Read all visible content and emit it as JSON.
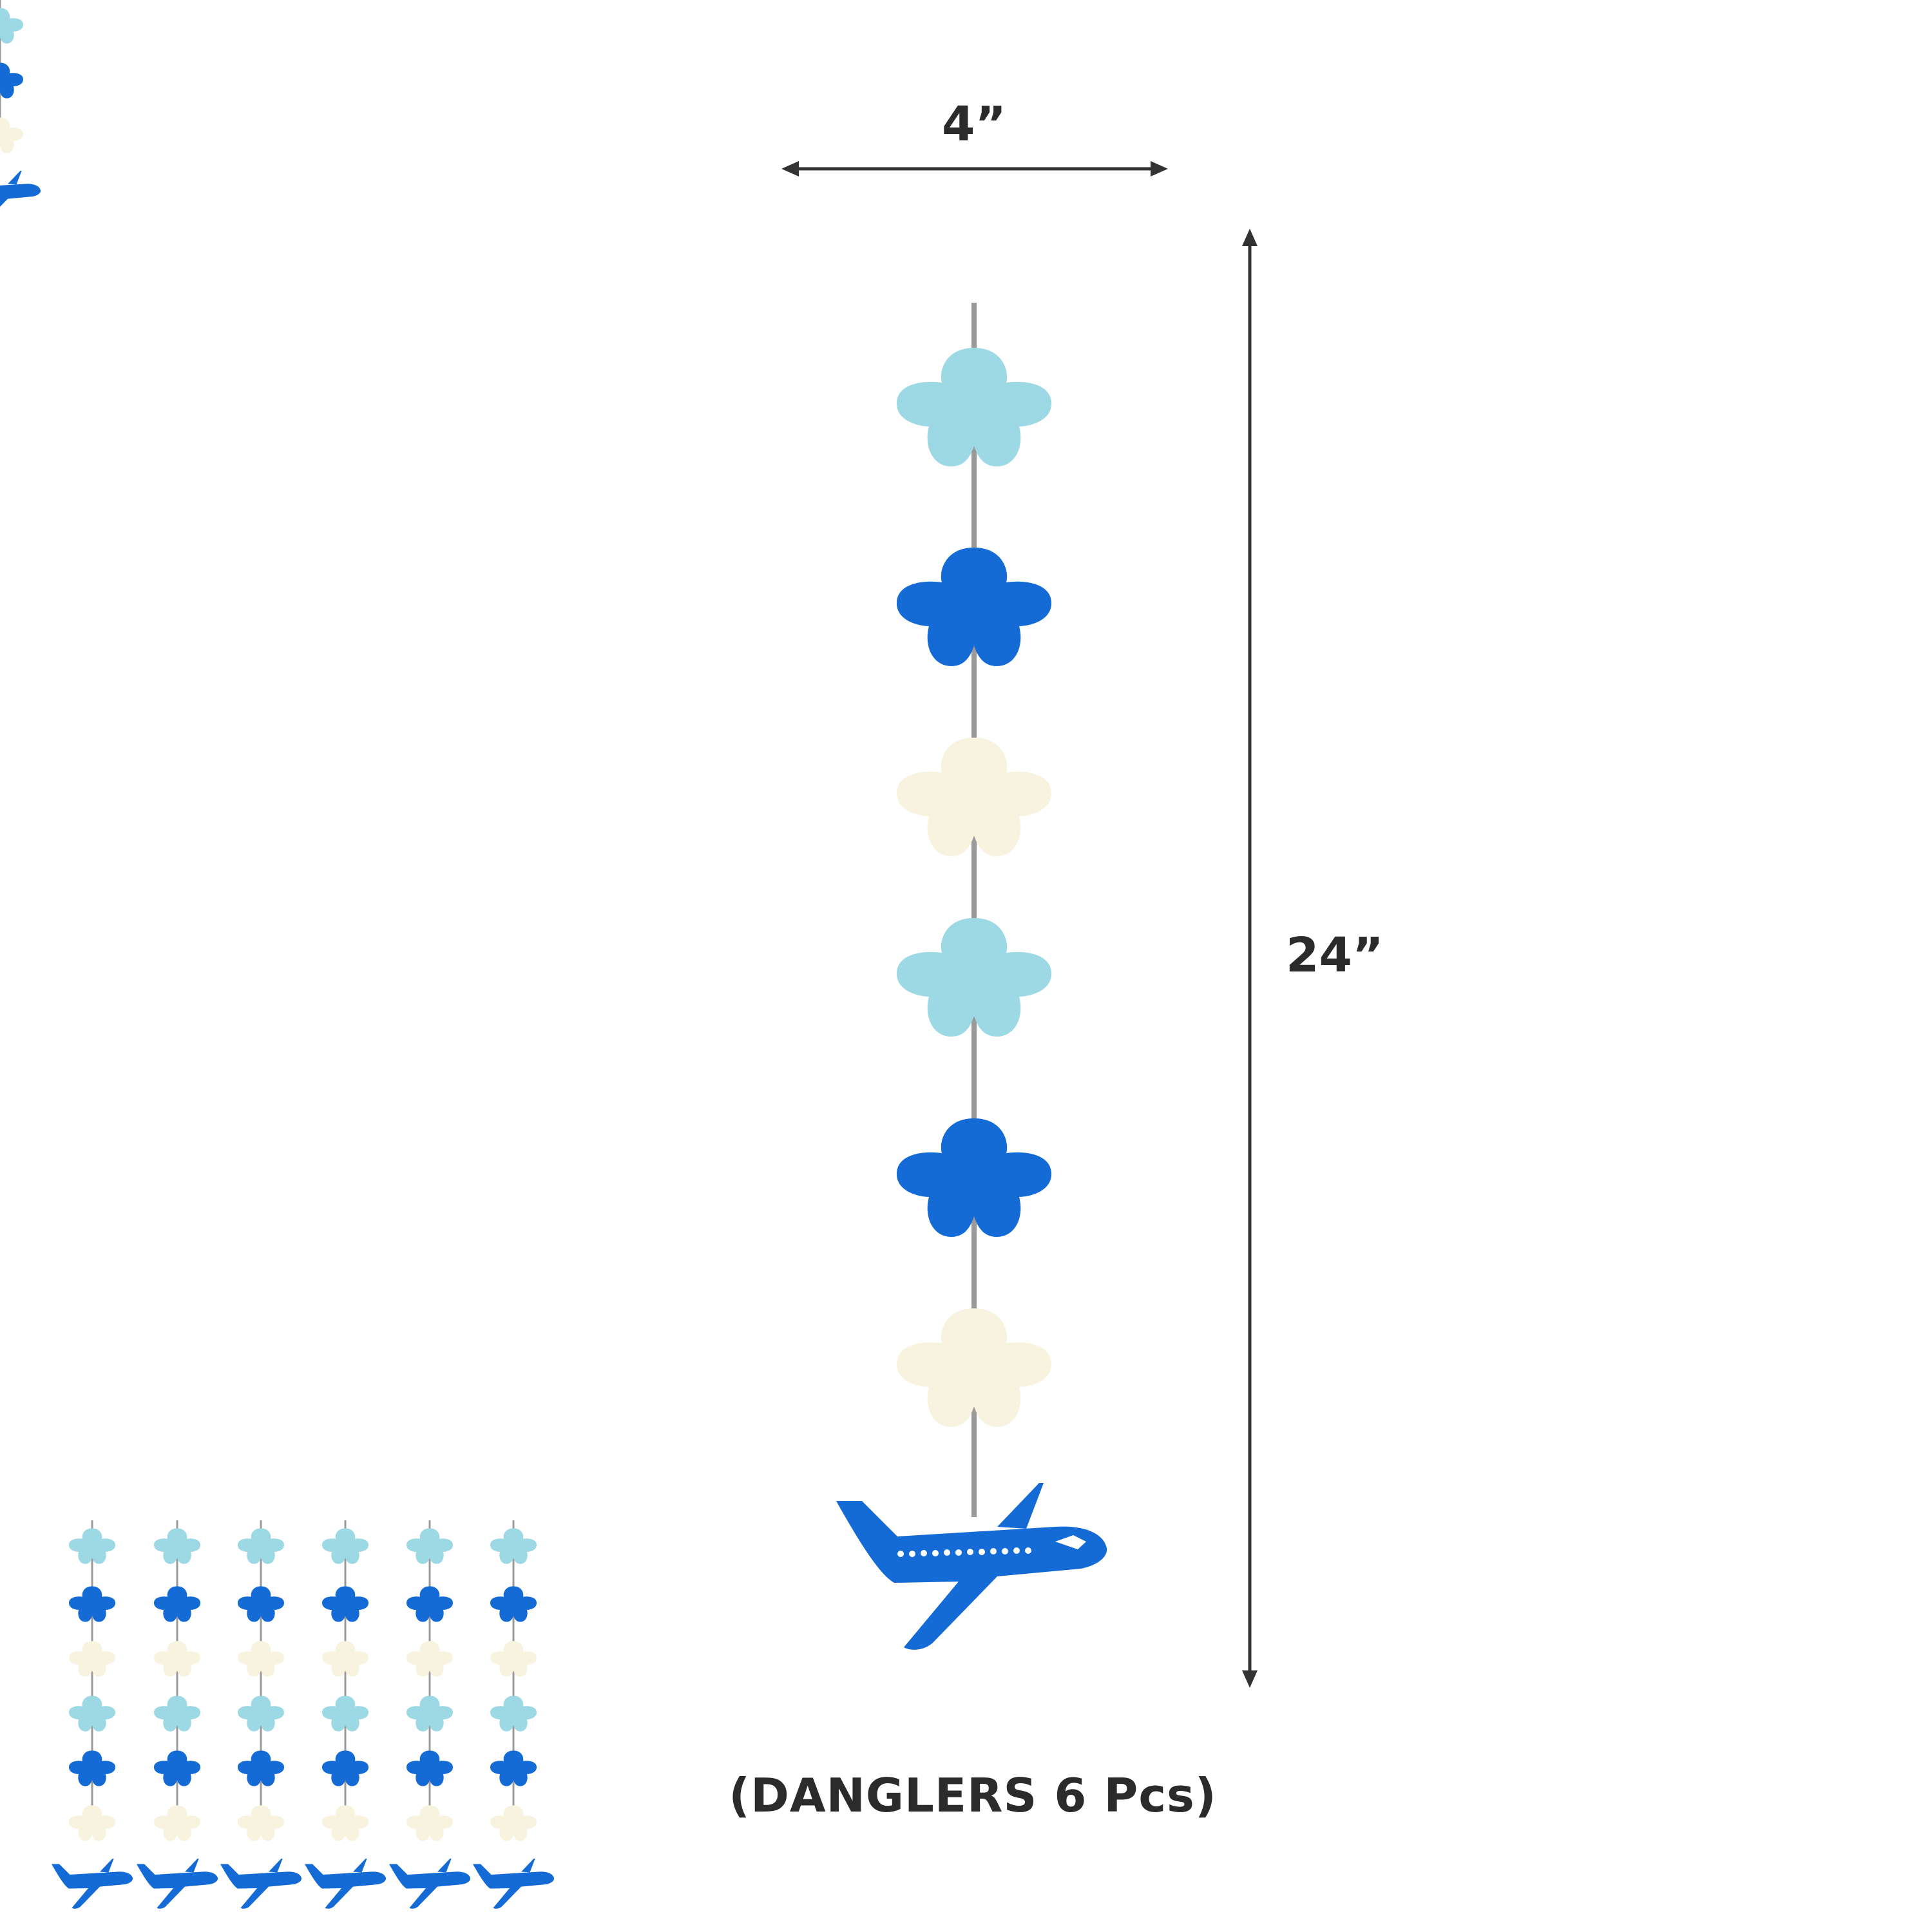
{
  "dimensions": {
    "width_label": "4”",
    "height_label": "24”"
  },
  "caption": "(DANGLERS 6 Pcs)",
  "danglers": {
    "count": 6,
    "cloud_sequence": [
      "light-blue",
      "blue",
      "cream",
      "light-blue",
      "blue",
      "cream"
    ],
    "end_piece": "airplane-icon"
  },
  "colors": {
    "light_blue": "#9dd8e5",
    "blue": "#156bd6",
    "cream": "#f7f3df",
    "string": "#9a9a9a",
    "arrow": "#333333",
    "text": "#2b2b2b"
  }
}
